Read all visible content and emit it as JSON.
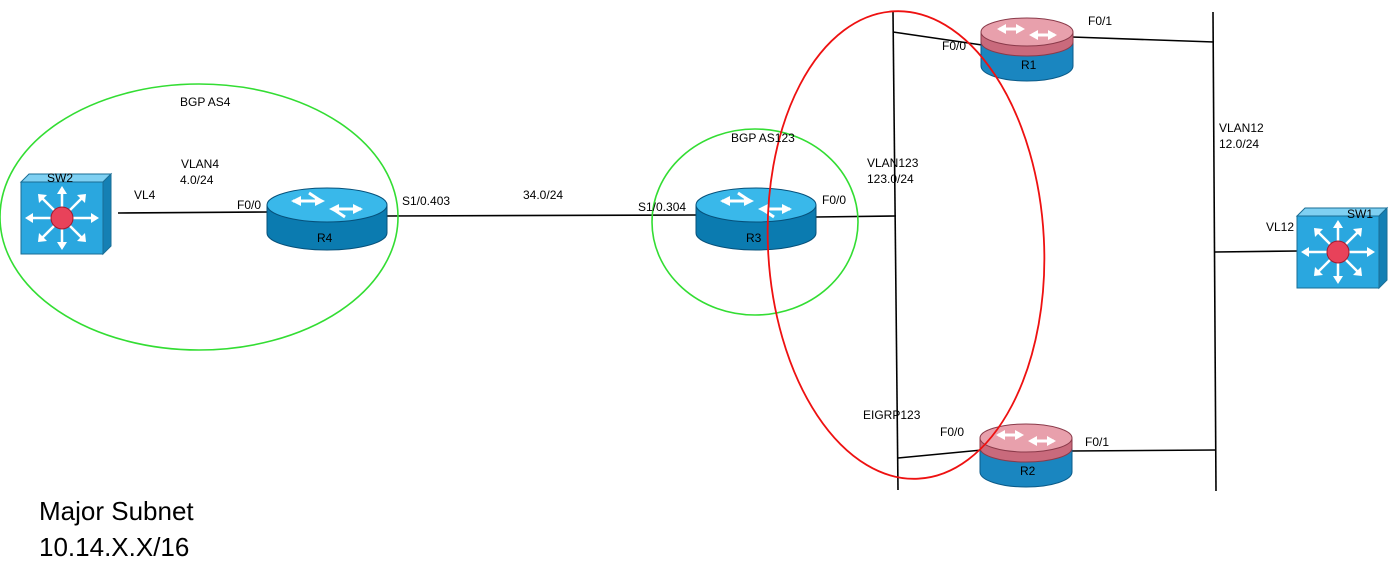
{
  "colors": {
    "zone_bgp": "#33dd33",
    "zone_eigrp": "#ee1111",
    "router_blue": "#1a9ad0",
    "router_red": "#d98090",
    "switch_blue": "#2aa7df",
    "switch_core": "#e8425a"
  },
  "icons": {
    "router": "router-icon",
    "switch": "multilayer-switch-icon"
  },
  "zones": {
    "bgp_as4": "BGP AS4",
    "bgp_as123": "BGP AS123",
    "eigrp123": "EIGRP123"
  },
  "devices": {
    "sw2": "SW2",
    "r4": "R4",
    "r3": "R3",
    "r1": "R1",
    "r2": "R2",
    "sw1": "SW1"
  },
  "links": {
    "sw2_vl": "VL4",
    "vlan4": "VLAN4",
    "vlan4_subnet": "4.0/24",
    "r4_f00": "F0/0",
    "r4_s1": "S1/0.403",
    "serial_subnet": "34.0/24",
    "r3_s1": "S1/0.304",
    "r3_f00": "F0/0",
    "vlan123": "VLAN123",
    "vlan123_subnet": "123.0/24",
    "r1_f00": "F0/0",
    "r1_f01": "F0/1",
    "r2_f00": "F0/0",
    "r2_f01": "F0/1",
    "vlan12": "VLAN12",
    "vlan12_subnet": "12.0/24",
    "sw1_vl": "VL12"
  },
  "footer": {
    "line1": "Major Subnet",
    "line2": "10.14.X.X/16"
  }
}
